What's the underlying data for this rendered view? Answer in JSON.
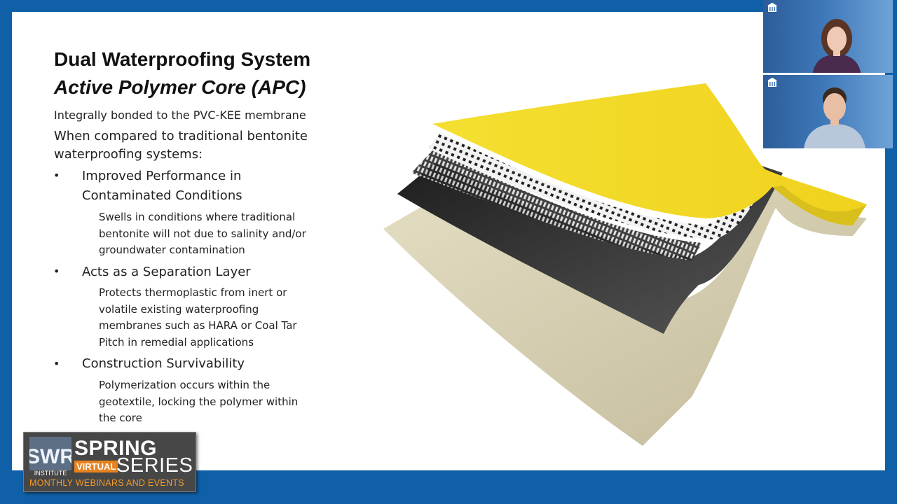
{
  "slide": {
    "title_line1": "Dual Waterproofing System",
    "title_line2": "Active Polymer Core (APC)",
    "intro_line1": "Integrally bonded to the PVC-KEE membrane",
    "intro_line2a": "When compared to traditional bentonite",
    "intro_line2b": "waterproofing systems:",
    "bullets": [
      {
        "marker": "•",
        "line1": "Improved Performance in",
        "line2": "Contaminated Conditions",
        "detail_lines": [
          "Swells in conditions where traditional",
          "bentonite will not due to salinity and/or",
          "groundwater contamination"
        ]
      },
      {
        "marker": "•",
        "line1": "Acts as a Separation Layer",
        "detail_lines": [
          "Protects thermoplastic from inert or",
          "volatile existing waterproofing",
          "membranes such as HARA or Coal Tar",
          "Pitch in remedial applications"
        ]
      },
      {
        "marker": "•",
        "line1": "Construction Survivability",
        "detail_lines": [
          "Polymerization occurs within the",
          "geotextile, locking the polymer within",
          "the core"
        ]
      }
    ],
    "illustration": "layered-membrane-illustration",
    "colors": {
      "membrane_yellow": "#f3dc2a",
      "core_black": "#2b2b2b",
      "geotextile_beige": "#d8d0b0",
      "frame_blue": "#1060a8"
    }
  },
  "logo": {
    "swr": "SWR",
    "institute": "INSTITUTE",
    "spring": "SPRING",
    "virtual": "VIRTUAL",
    "series": "SERIES",
    "tagline": "MONTHLY WEBINARS AND EVENTS"
  },
  "participants": [
    {
      "role": "participant-video",
      "background": "#3d77b8"
    },
    {
      "role": "participant-video",
      "background": "#3d77b8"
    }
  ]
}
